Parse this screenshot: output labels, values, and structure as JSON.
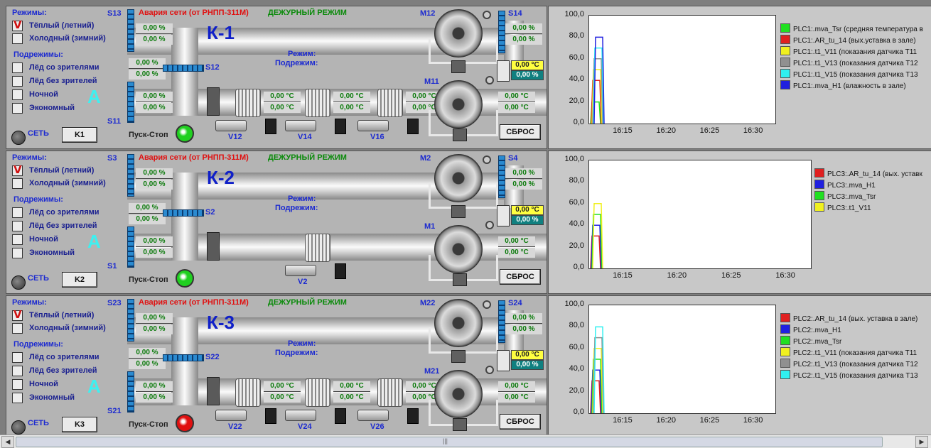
{
  "units": [
    {
      "name": "К-1",
      "modes_label": "Режимы:",
      "mode_warm": "Тёплый (летний)",
      "mode_cold": "Холодный (зимний)",
      "submodes_label": "Подрежимы:",
      "sub1": "Лёд со зрителями",
      "sub2": "Лёд без зрителей",
      "sub3": "Ночной",
      "sub4": "Экономный",
      "big_a": "A",
      "net_label": "СЕТЬ",
      "k_button": "K1",
      "alarm": "Авария сети (от РНПП-311М)",
      "duty": "ДЕЖУРНЫЙ РЕЖИМ",
      "mode_text": "Режим:",
      "submode_text": "Подрежим:",
      "start_stop": "Пуск-Стоп",
      "reset": "СБРОС",
      "lamp_color": "#20d020",
      "s_top": "S13",
      "s_mid": "S12",
      "s_bot": "S11",
      "s_right": "S14",
      "m_top": "M12",
      "m_bot": "M11",
      "v1": "V12",
      "v2": "V14",
      "v3": "V16",
      "pct": "0,00 %",
      "degc": "0,00 °C",
      "coils": 3
    },
    {
      "name": "К-2",
      "modes_label": "Режимы:",
      "mode_warm": "Тёплый (летний)",
      "mode_cold": "Холодный (зимний)",
      "submodes_label": "Подрежимы:",
      "sub1": "Лёд со зрителями",
      "sub2": "Лёд без зрителей",
      "sub3": "Ночной",
      "sub4": "Экономный",
      "big_a": "A",
      "net_label": "СЕТЬ",
      "k_button": "K2",
      "alarm": "Авария сети (от РНПП-311М)",
      "duty": "ДЕЖУРНЫЙ РЕЖИМ",
      "mode_text": "Режим:",
      "submode_text": "Подрежим:",
      "start_stop": "Пуск-Стоп",
      "reset": "СБРОС",
      "lamp_color": "#20d020",
      "s_top": "S3",
      "s_mid": "S2",
      "s_bot": "S1",
      "s_right": "S4",
      "m_top": "M2",
      "m_bot": "M1",
      "v1": "",
      "v2": "V2",
      "v3": "",
      "pct": "0,00 %",
      "degc": "0,00 °C",
      "coils": 1
    },
    {
      "name": "К-3",
      "modes_label": "Режимы:",
      "mode_warm": "Тёплый (летний)",
      "mode_cold": "Холодный (зимний)",
      "submodes_label": "Подрежимы:",
      "sub1": "Лёд со зрителями",
      "sub2": "Лёд без зрителей",
      "sub3": "Ночной",
      "sub4": "Экономный",
      "big_a": "A",
      "net_label": "СЕТЬ",
      "k_button": "K3",
      "alarm": "Авария сети (от РНПП-311М)",
      "duty": "ДЕЖУРНЫЙ РЕЖИМ",
      "mode_text": "Режим:",
      "submode_text": "Подрежим:",
      "start_stop": "Пуск-Стоп",
      "reset": "СБРОС",
      "lamp_color": "#e01010",
      "s_top": "S23",
      "s_mid": "S22",
      "s_bot": "S21",
      "s_right": "S24",
      "m_top": "M22",
      "m_bot": "M21",
      "v1": "V22",
      "v2": "V24",
      "v3": "V26",
      "pct": "0,00 %",
      "degc": "0,00 °C",
      "coils": 3
    }
  ],
  "chart_data": [
    {
      "type": "line",
      "ylim": [
        0,
        100
      ],
      "yticks": [
        "0,0",
        "20,0",
        "40,0",
        "60,0",
        "80,0",
        "100,0"
      ],
      "xticks": [
        "16:15",
        "16:20",
        "16:25",
        "16:30"
      ],
      "series": [
        {
          "name": "PLC1:.mva_Tsr (средняя температура в",
          "color": "#20e020",
          "values": [
            0,
            20,
            20,
            0
          ]
        },
        {
          "name": "PLC1:.AR_tu_14 (вых.уставка в зале)",
          "color": "#e02020",
          "values": [
            0,
            40,
            40,
            0
          ]
        },
        {
          "name": "PLC1:.t1_V11 (показания датчика T11",
          "color": "#f0f020",
          "values": [
            0,
            50,
            50,
            0
          ]
        },
        {
          "name": "PLC1:.t1_V13 (показания датчика T12",
          "color": "#909090",
          "values": [
            0,
            60,
            60,
            0
          ]
        },
        {
          "name": "PLC1:.t1_V15 (показания датчика T13",
          "color": "#30f0f0",
          "values": [
            0,
            70,
            70,
            0
          ]
        },
        {
          "name": "PLC1:.mva_H1 (влажность в зале)",
          "color": "#2020e0",
          "values": [
            0,
            80,
            80,
            0
          ]
        }
      ]
    },
    {
      "type": "line",
      "ylim": [
        0,
        100
      ],
      "yticks": [
        "0,0",
        "20,0",
        "40,0",
        "60,0",
        "80,0",
        "100,0"
      ],
      "xticks": [
        "16:15",
        "16:20",
        "16:25",
        "16:30"
      ],
      "series": [
        {
          "name": "PLC3:.AR_tu_14 (вых. уставк",
          "color": "#e02020",
          "values": [
            0,
            30,
            30,
            0
          ]
        },
        {
          "name": "PLC3:.mva_H1",
          "color": "#2020e0",
          "values": [
            0,
            40,
            40,
            0
          ]
        },
        {
          "name": "PLC3:.mva_Tsr",
          "color": "#20e020",
          "values": [
            0,
            50,
            50,
            0
          ]
        },
        {
          "name": "PLC3:.t1_V11",
          "color": "#f0f020",
          "values": [
            0,
            60,
            60,
            0
          ]
        }
      ]
    },
    {
      "type": "line",
      "ylim": [
        0,
        100
      ],
      "yticks": [
        "0,0",
        "20,0",
        "40,0",
        "60,0",
        "80,0",
        "100,0"
      ],
      "xticks": [
        "16:15",
        "16:20",
        "16:25",
        "16:30"
      ],
      "series": [
        {
          "name": "PLC2:.AR_tu_14 (вых. уставка в зале)",
          "color": "#e02020",
          "values": [
            0,
            30,
            30,
            0
          ]
        },
        {
          "name": "PLC2:.mva_H1",
          "color": "#2020e0",
          "values": [
            0,
            40,
            40,
            0
          ]
        },
        {
          "name": "PLC2:.mva_Tsr",
          "color": "#20e020",
          "values": [
            0,
            50,
            50,
            0
          ]
        },
        {
          "name": "PLC2:.t1_V11 (показания датчика T11",
          "color": "#f0f020",
          "values": [
            0,
            60,
            60,
            0
          ]
        },
        {
          "name": "PLC2:.t1_V13 (показания датчика T12",
          "color": "#909090",
          "values": [
            0,
            70,
            70,
            0
          ]
        },
        {
          "name": "PLC2:.t1_V15 (показания датчика T13",
          "color": "#30f0f0",
          "values": [
            0,
            80,
            80,
            0
          ]
        }
      ]
    }
  ],
  "scroll": {
    "grip": "|||"
  }
}
